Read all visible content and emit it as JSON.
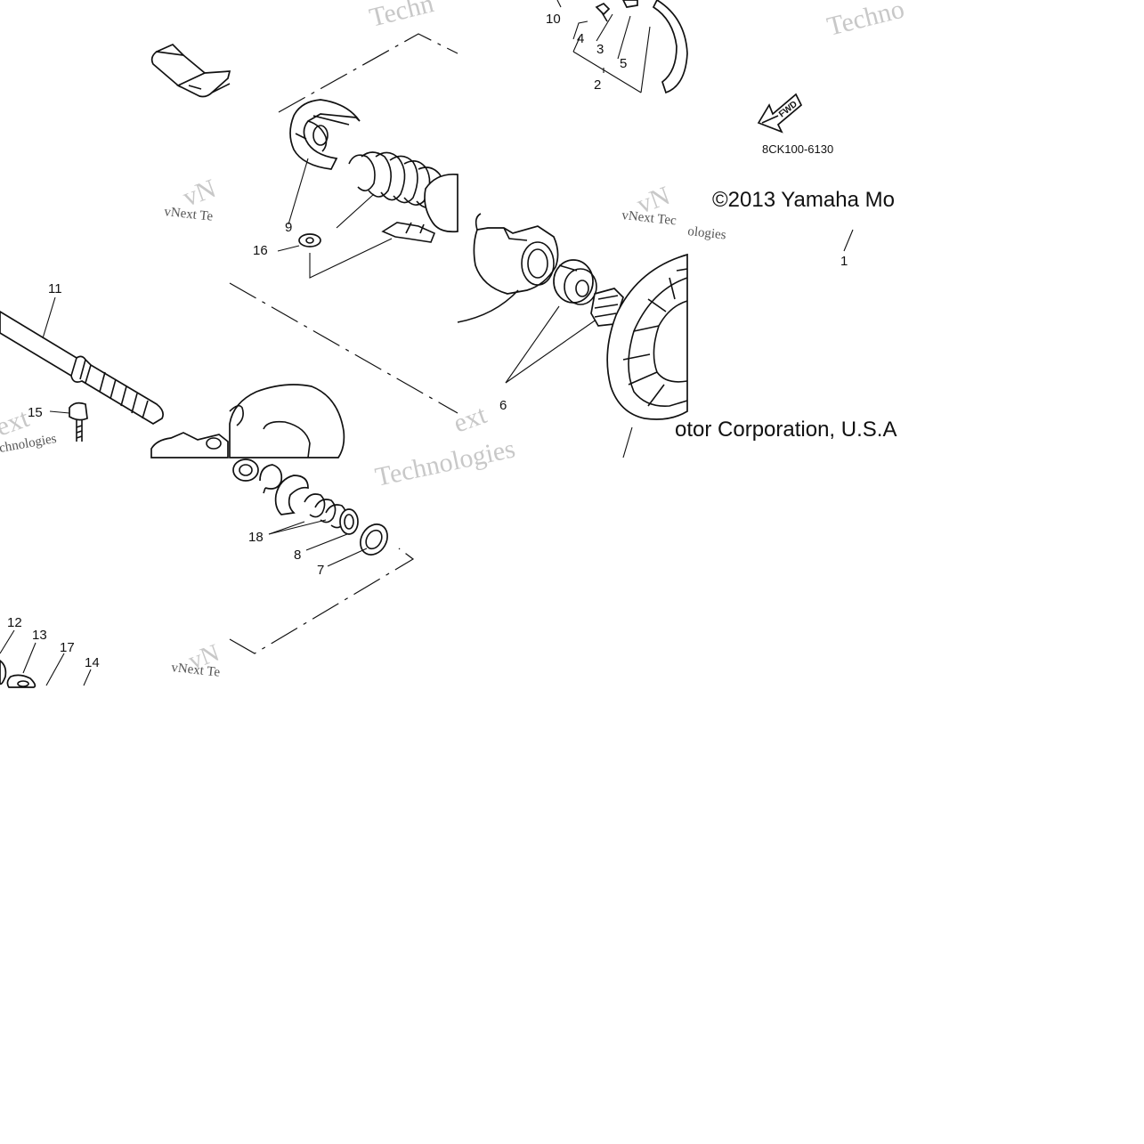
{
  "diagram": {
    "part_code": "8CK100-6130",
    "fwd_label": "FWD",
    "copyright_left": "©2013 Yamaha Mo",
    "copyright_right": "otor Corporation, U.S.A",
    "watermarks": {
      "techno": "Techno",
      "techn": "Techn",
      "vnext_tec": "vNext Tec",
      "vnext_te": "vNext Te",
      "ologies": "ologies",
      "chnologies": "chnologies",
      "technologies": "Technologies",
      "ext": "ext",
      "vnext": "vNext",
      "vn": "vN"
    },
    "callouts": [
      {
        "id": "c1",
        "label": "1"
      },
      {
        "id": "c2",
        "label": "2"
      },
      {
        "id": "c3",
        "label": "3"
      },
      {
        "id": "c4",
        "label": "4"
      },
      {
        "id": "c5",
        "label": "5"
      },
      {
        "id": "c6",
        "label": "6"
      },
      {
        "id": "c7",
        "label": "7"
      },
      {
        "id": "c8",
        "label": "8"
      },
      {
        "id": "c9",
        "label": "9"
      },
      {
        "id": "c10",
        "label": "10"
      },
      {
        "id": "c11",
        "label": "11"
      },
      {
        "id": "c12",
        "label": "12"
      },
      {
        "id": "c13",
        "label": "13"
      },
      {
        "id": "c14",
        "label": "14"
      },
      {
        "id": "c15",
        "label": "15"
      },
      {
        "id": "c16",
        "label": "16"
      },
      {
        "id": "c17",
        "label": "17"
      },
      {
        "id": "c18",
        "label": "18"
      }
    ]
  }
}
